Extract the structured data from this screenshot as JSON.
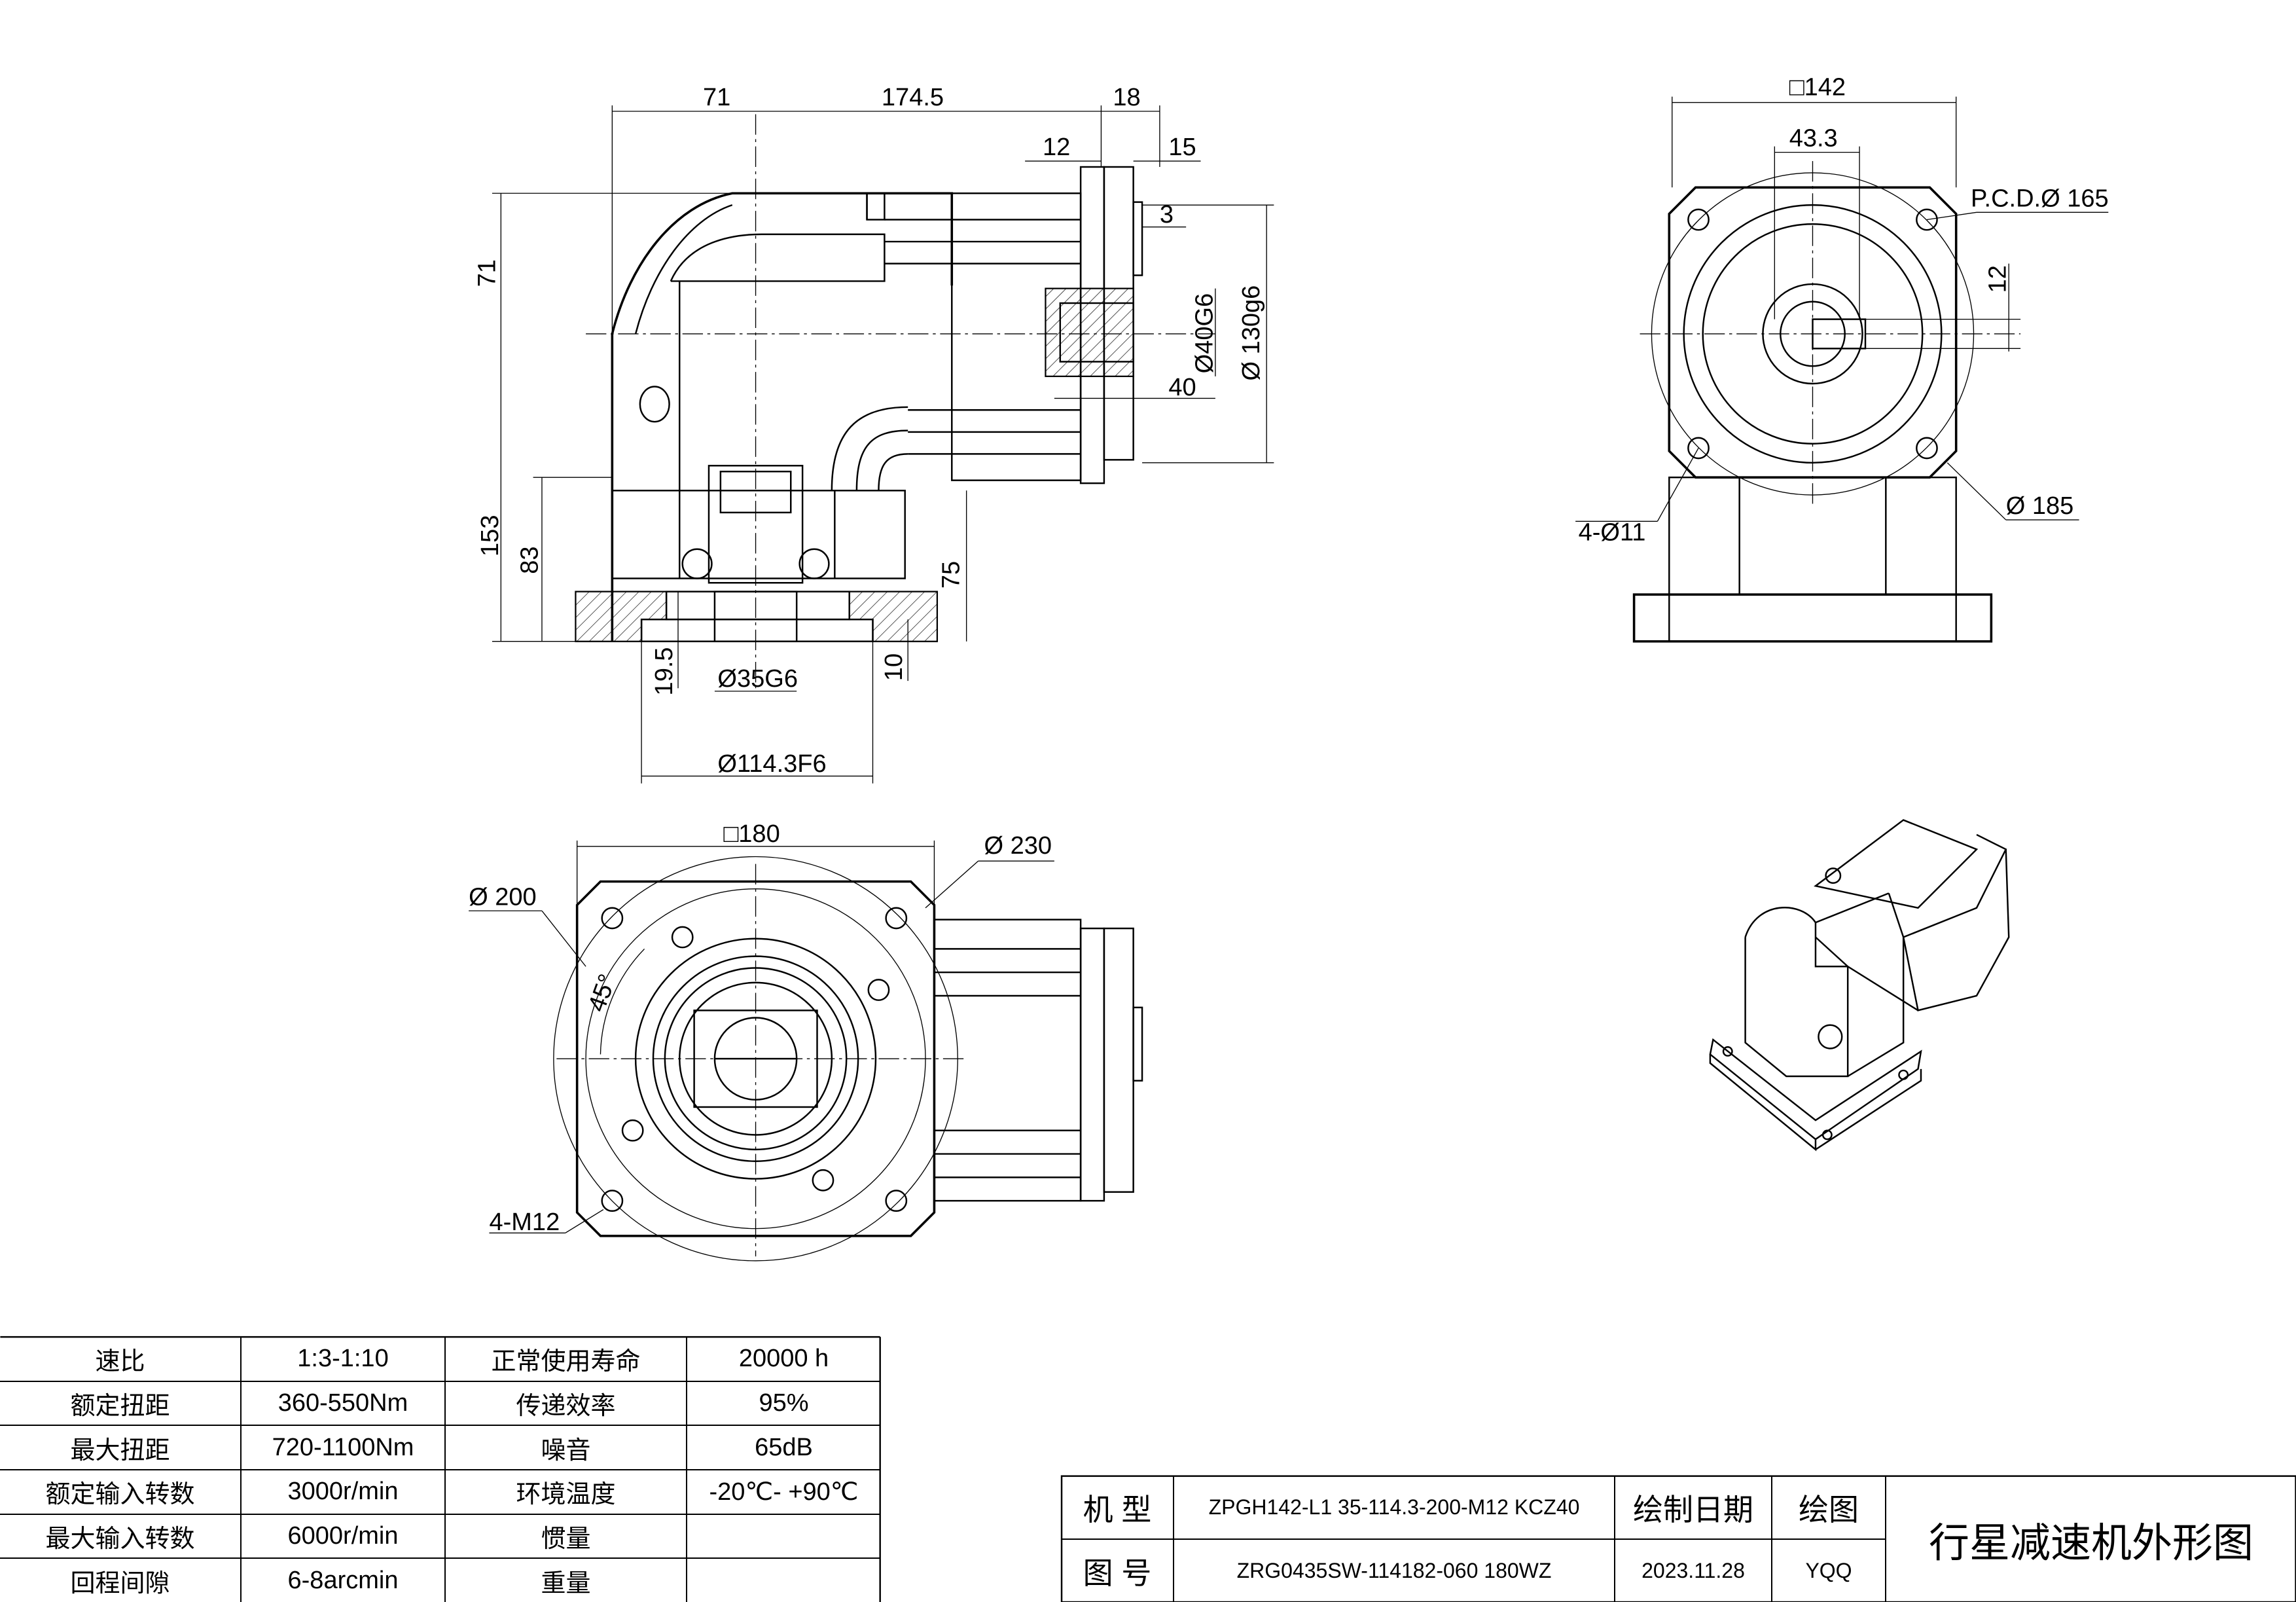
{
  "front_view": {
    "dims": {
      "d71_top": "71",
      "d174_5": "174.5",
      "d18": "18",
      "d12": "12",
      "d15": "15",
      "d3": "3",
      "d71_left": "71",
      "d40G6": "Ø40G6",
      "d130g6": "Ø 130g6",
      "d40": "40",
      "d153": "153",
      "d83": "83",
      "d75": "75",
      "d19_5": "19.5",
      "d35G6": "Ø35G6",
      "d10": "10",
      "d114_3F6": "Ø114.3F6"
    }
  },
  "side_view": {
    "dims": {
      "sq142": "□142",
      "d43_3": "43.3",
      "pcd165": "P.C.D.Ø 165",
      "d12": "12",
      "d185": "Ø 185",
      "holes": "4-Ø11"
    }
  },
  "bottom_view": {
    "dims": {
      "sq180": "□180",
      "d230": "Ø 230",
      "d200": "Ø 200",
      "angle45": "45°",
      "m12": "4-M12"
    }
  },
  "spec_table": {
    "rows": [
      {
        "label1": "速比",
        "value1": "1:3-1:10",
        "label2": "正常使用寿命",
        "value2": "20000  h"
      },
      {
        "label1": "额定扭距",
        "value1": "360-550Nm",
        "label2": "传递效率",
        "value2": "95%"
      },
      {
        "label1": "最大扭距",
        "value1": "720-1100Nm",
        "label2": "噪音",
        "value2": "65dB"
      },
      {
        "label1": "额定输入转数",
        "value1": "3000r/min",
        "label2": "环境温度",
        "value2": "-20℃-  +90℃"
      },
      {
        "label1": "最大输入转数",
        "value1": "6000r/min",
        "label2": "惯量",
        "value2": ""
      },
      {
        "label1": "回程间隙",
        "value1": "6-8arcmin",
        "label2": "重量",
        "value2": ""
      }
    ]
  },
  "title_block": {
    "model_label": "机  型",
    "model_value": "ZPGH142-L1  35-114.3-200-M12  KCZ40",
    "drawing_no_label": "图  号",
    "drawing_no_value": "ZRG0435SW-114182-060  180WZ",
    "date_label": "绘制日期",
    "date_value": "2023.11.28",
    "drawer_label": "绘图",
    "drawer_value": "YQQ",
    "title": "行星减速机外形图"
  }
}
